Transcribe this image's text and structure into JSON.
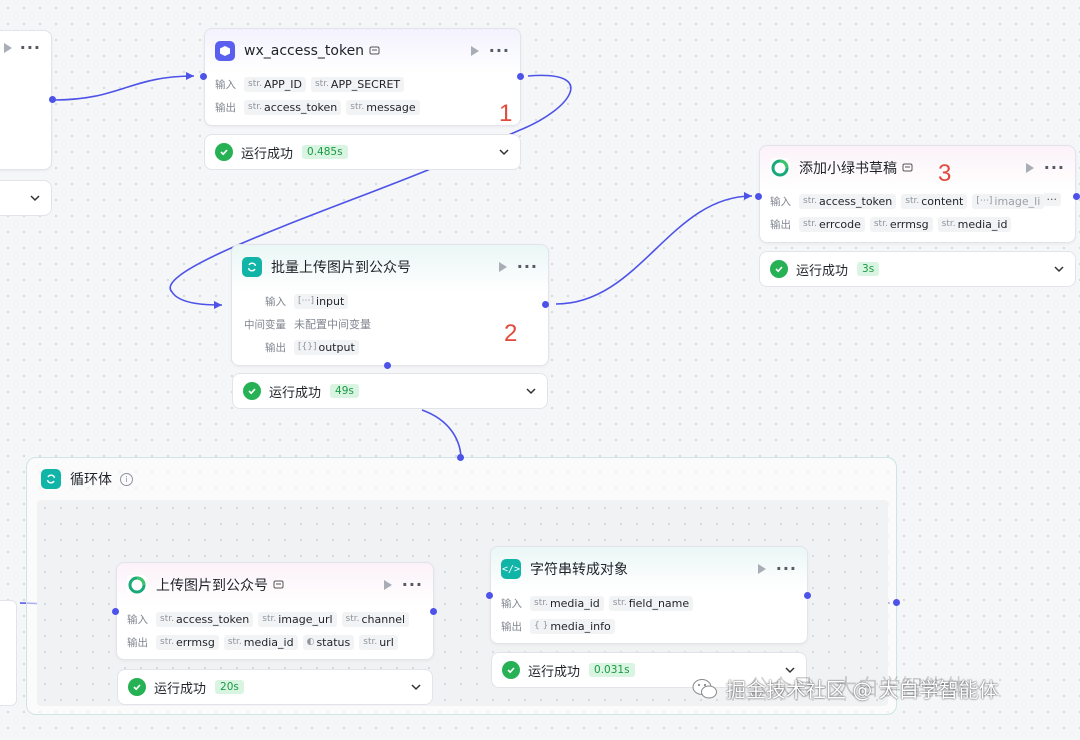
{
  "nodes": {
    "left_partial": {
      "more": "···"
    },
    "wx_token": {
      "title": "wx_access_token",
      "input_label": "输入",
      "output_label": "输出",
      "inputs": [
        {
          "type": "str.",
          "name": "APP_ID"
        },
        {
          "type": "str.",
          "name": "APP_SECRET"
        }
      ],
      "outputs": [
        {
          "type": "str.",
          "name": "access_token"
        },
        {
          "type": "str.",
          "name": "message"
        }
      ],
      "status": "运行成功",
      "duration": "0.485s",
      "annotation": "1",
      "more": "···"
    },
    "batch_upload": {
      "title": "批量上传图片到公众号",
      "input_label": "输入",
      "mid_label": "中间变量",
      "output_label": "输出",
      "inputs": [
        {
          "type": "[⋯]",
          "name": "input"
        }
      ],
      "mid_value": "未配置中间变量",
      "outputs": [
        {
          "type": "[{}]",
          "name": "output"
        }
      ],
      "status": "运行成功",
      "duration": "49s",
      "annotation": "2",
      "more": "···"
    },
    "add_draft": {
      "title": "添加小绿书草稿",
      "input_label": "输入",
      "output_label": "输出",
      "inputs": [
        {
          "type": "str.",
          "name": "access_token"
        },
        {
          "type": "str.",
          "name": "content"
        },
        {
          "type": "[⋯]",
          "name": "image_li"
        }
      ],
      "outputs": [
        {
          "type": "str.",
          "name": "errcode"
        },
        {
          "type": "str.",
          "name": "errmsg"
        },
        {
          "type": "str.",
          "name": "media_id"
        }
      ],
      "status": "运行成功",
      "duration": "3s",
      "annotation": "3",
      "more": "···",
      "overflow_more": "···"
    },
    "loop": {
      "title": "循环体"
    },
    "upload_image": {
      "title": "上传图片到公众号",
      "input_label": "输入",
      "output_label": "输出",
      "inputs": [
        {
          "type": "str.",
          "name": "access_token"
        },
        {
          "type": "str.",
          "name": "image_url"
        },
        {
          "type": "str.",
          "name": "channel"
        }
      ],
      "outputs": [
        {
          "type": "str.",
          "name": "errmsg"
        },
        {
          "type": "str.",
          "name": "media_id"
        },
        {
          "type": "◐",
          "name": "status"
        },
        {
          "type": "str.",
          "name": "url"
        }
      ],
      "status": "运行成功",
      "duration": "20s",
      "more": "···"
    },
    "str_to_obj": {
      "title": "字符串转成对象",
      "input_label": "输入",
      "output_label": "输出",
      "inputs": [
        {
          "type": "str.",
          "name": "media_id"
        },
        {
          "type": "str.",
          "name": "field_name"
        }
      ],
      "outputs": [
        {
          "type": "{ }",
          "name": "media_info"
        }
      ],
      "status": "运行成功",
      "duration": "0.031s",
      "more": "···"
    }
  },
  "watermark": {
    "line1": "公众号 · 大白学智能体",
    "line2": "掘金技术社区 @ 大白学智能体"
  },
  "colors": {
    "accent": "#4d53e8",
    "success": "#26b154",
    "annotation": "#e34a3c",
    "teal": "#10b5a8"
  }
}
